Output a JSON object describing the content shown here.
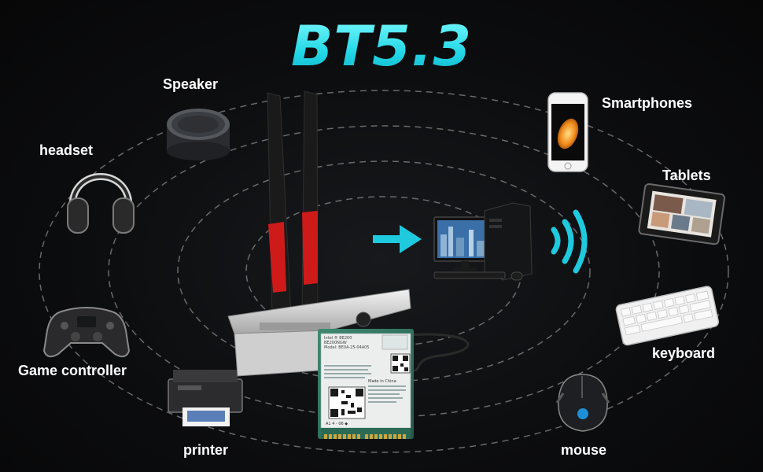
{
  "title": "BT5.3",
  "devices": {
    "speaker": "Speaker",
    "headset": "headset",
    "game_controller": "Game controller",
    "printer": "printer",
    "smartphones": "Smartphones",
    "tablets": "Tablets",
    "keyboard": "keyboard",
    "mouse": "mouse"
  },
  "card_label": {
    "line1": "Intel ® BE200",
    "line2": "BE200NGW",
    "line3": "Model: BE0A-25-04A05",
    "line4": "Made in China",
    "bottom": "A1 4 - 06 ◆"
  },
  "colors": {
    "accent": "#22d7e6",
    "antenna_red": "#d01818",
    "pcb_green": "#2f6d5a"
  }
}
